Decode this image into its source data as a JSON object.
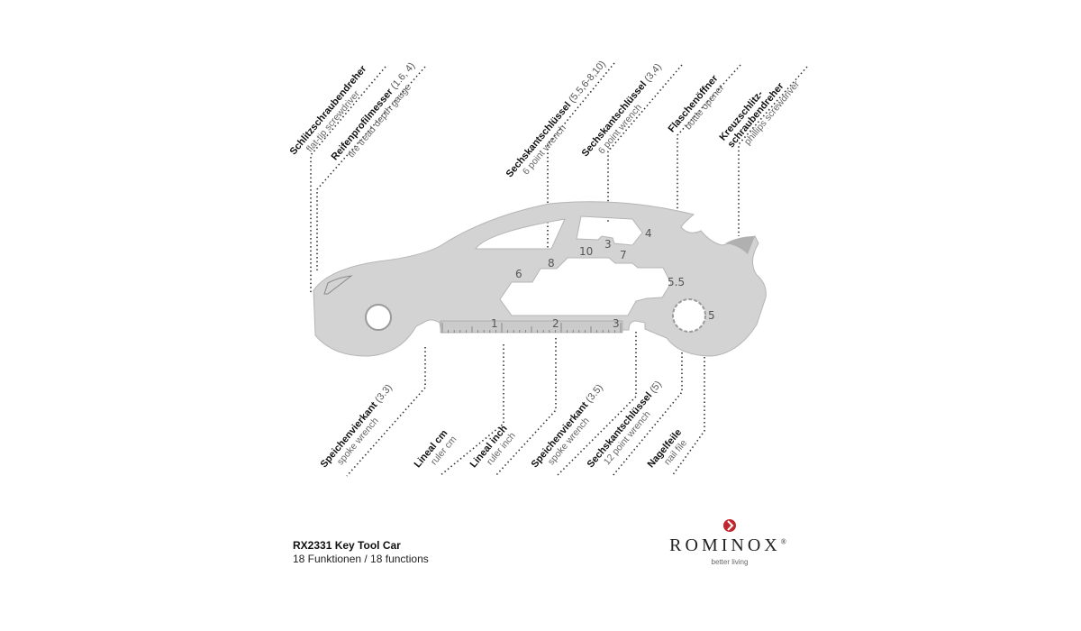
{
  "callouts_top": [
    {
      "name": "Schlitzschraubendreher",
      "note": "",
      "sub": "flat-tip screwdriver"
    },
    {
      "name": "Reifenprofilmesser",
      "note": "(1.6, 4)",
      "sub": "tire tread depth gauge"
    },
    {
      "name": "Sechskantschlüssel",
      "note": "(5.5,6-8,10)",
      "sub": "6 point wrench"
    },
    {
      "name": "Sechskantschlüssel",
      "note": "(3,4)",
      "sub": "6 point wrench"
    },
    {
      "name": "Flaschenöffner",
      "note": "",
      "sub": "bottle opener"
    },
    {
      "name": "Kreuzschlitz-\nschraubendreher",
      "note": "",
      "sub": "phillips screwdriver"
    }
  ],
  "callouts_bottom": [
    {
      "name": "Speichenvierkant",
      "note": "(3.3)",
      "sub": "spoke wrench"
    },
    {
      "name": "Lineal cm",
      "note": "",
      "sub": "ruler cm"
    },
    {
      "name": "Lineal inch",
      "note": "",
      "sub": "ruler inch"
    },
    {
      "name": "Speichenvierkant",
      "note": "(3.5)",
      "sub": "spoke wrench"
    },
    {
      "name": "Sechskantschlüssel",
      "note": "(5)",
      "sub": "12 point wrench"
    },
    {
      "name": "Nagelfeile",
      "note": "",
      "sub": "nail file"
    }
  ],
  "tool_markings": {
    "w6": "6",
    "w8": "8",
    "w10": "10",
    "w3": "3",
    "w7": "7",
    "w4": "4",
    "w55": "5.5",
    "w5": "5",
    "r1": "1",
    "r2": "2",
    "r3": "3"
  },
  "product": {
    "title": "RX2331 Key Tool Car",
    "subtitle": "18 Funktionen / 18 functions"
  },
  "brand": {
    "name": "ROMINOX",
    "registered": "®",
    "tagline": "better living",
    "accent": "#c0262d"
  },
  "colors": {
    "metal": "#d3d3d3",
    "metal_edge": "#a9a9a9",
    "leader": "#333333"
  }
}
